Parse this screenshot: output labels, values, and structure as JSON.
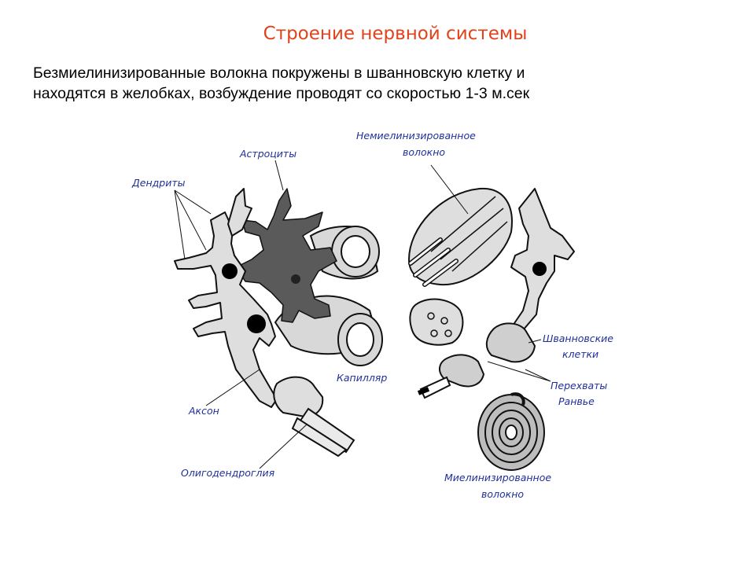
{
  "slide": {
    "title": "Строение нервной системы",
    "text_line1": "Безмиелинизированные волокна покружены в шванновскую клетку и",
    "text_line2": "находятся в желобках, возбуждение проводят со скоростью 1-3 м.сек"
  },
  "labels": {
    "astrocytes": "Астроциты",
    "dendrites": "Дендриты",
    "axon": "Аксон",
    "capillary": "Капилляр",
    "oligodendroglia": "Олигодендроглия",
    "unmyelinated_1": "Немиелинизированное",
    "unmyelinated_2": "волокно",
    "schwann_1": "Шванновские",
    "schwann_2": "клетки",
    "ranvier_1": "Перехваты",
    "ranvier_2": "Ранвье",
    "myelinated_1": "Миелинизированное",
    "myelinated_2": "волокно"
  },
  "colors": {
    "title": "#e0431b",
    "label": "#1f2f9a",
    "cell_fill": "#dedede",
    "astrocyte_fill": "#5a5a5a"
  }
}
